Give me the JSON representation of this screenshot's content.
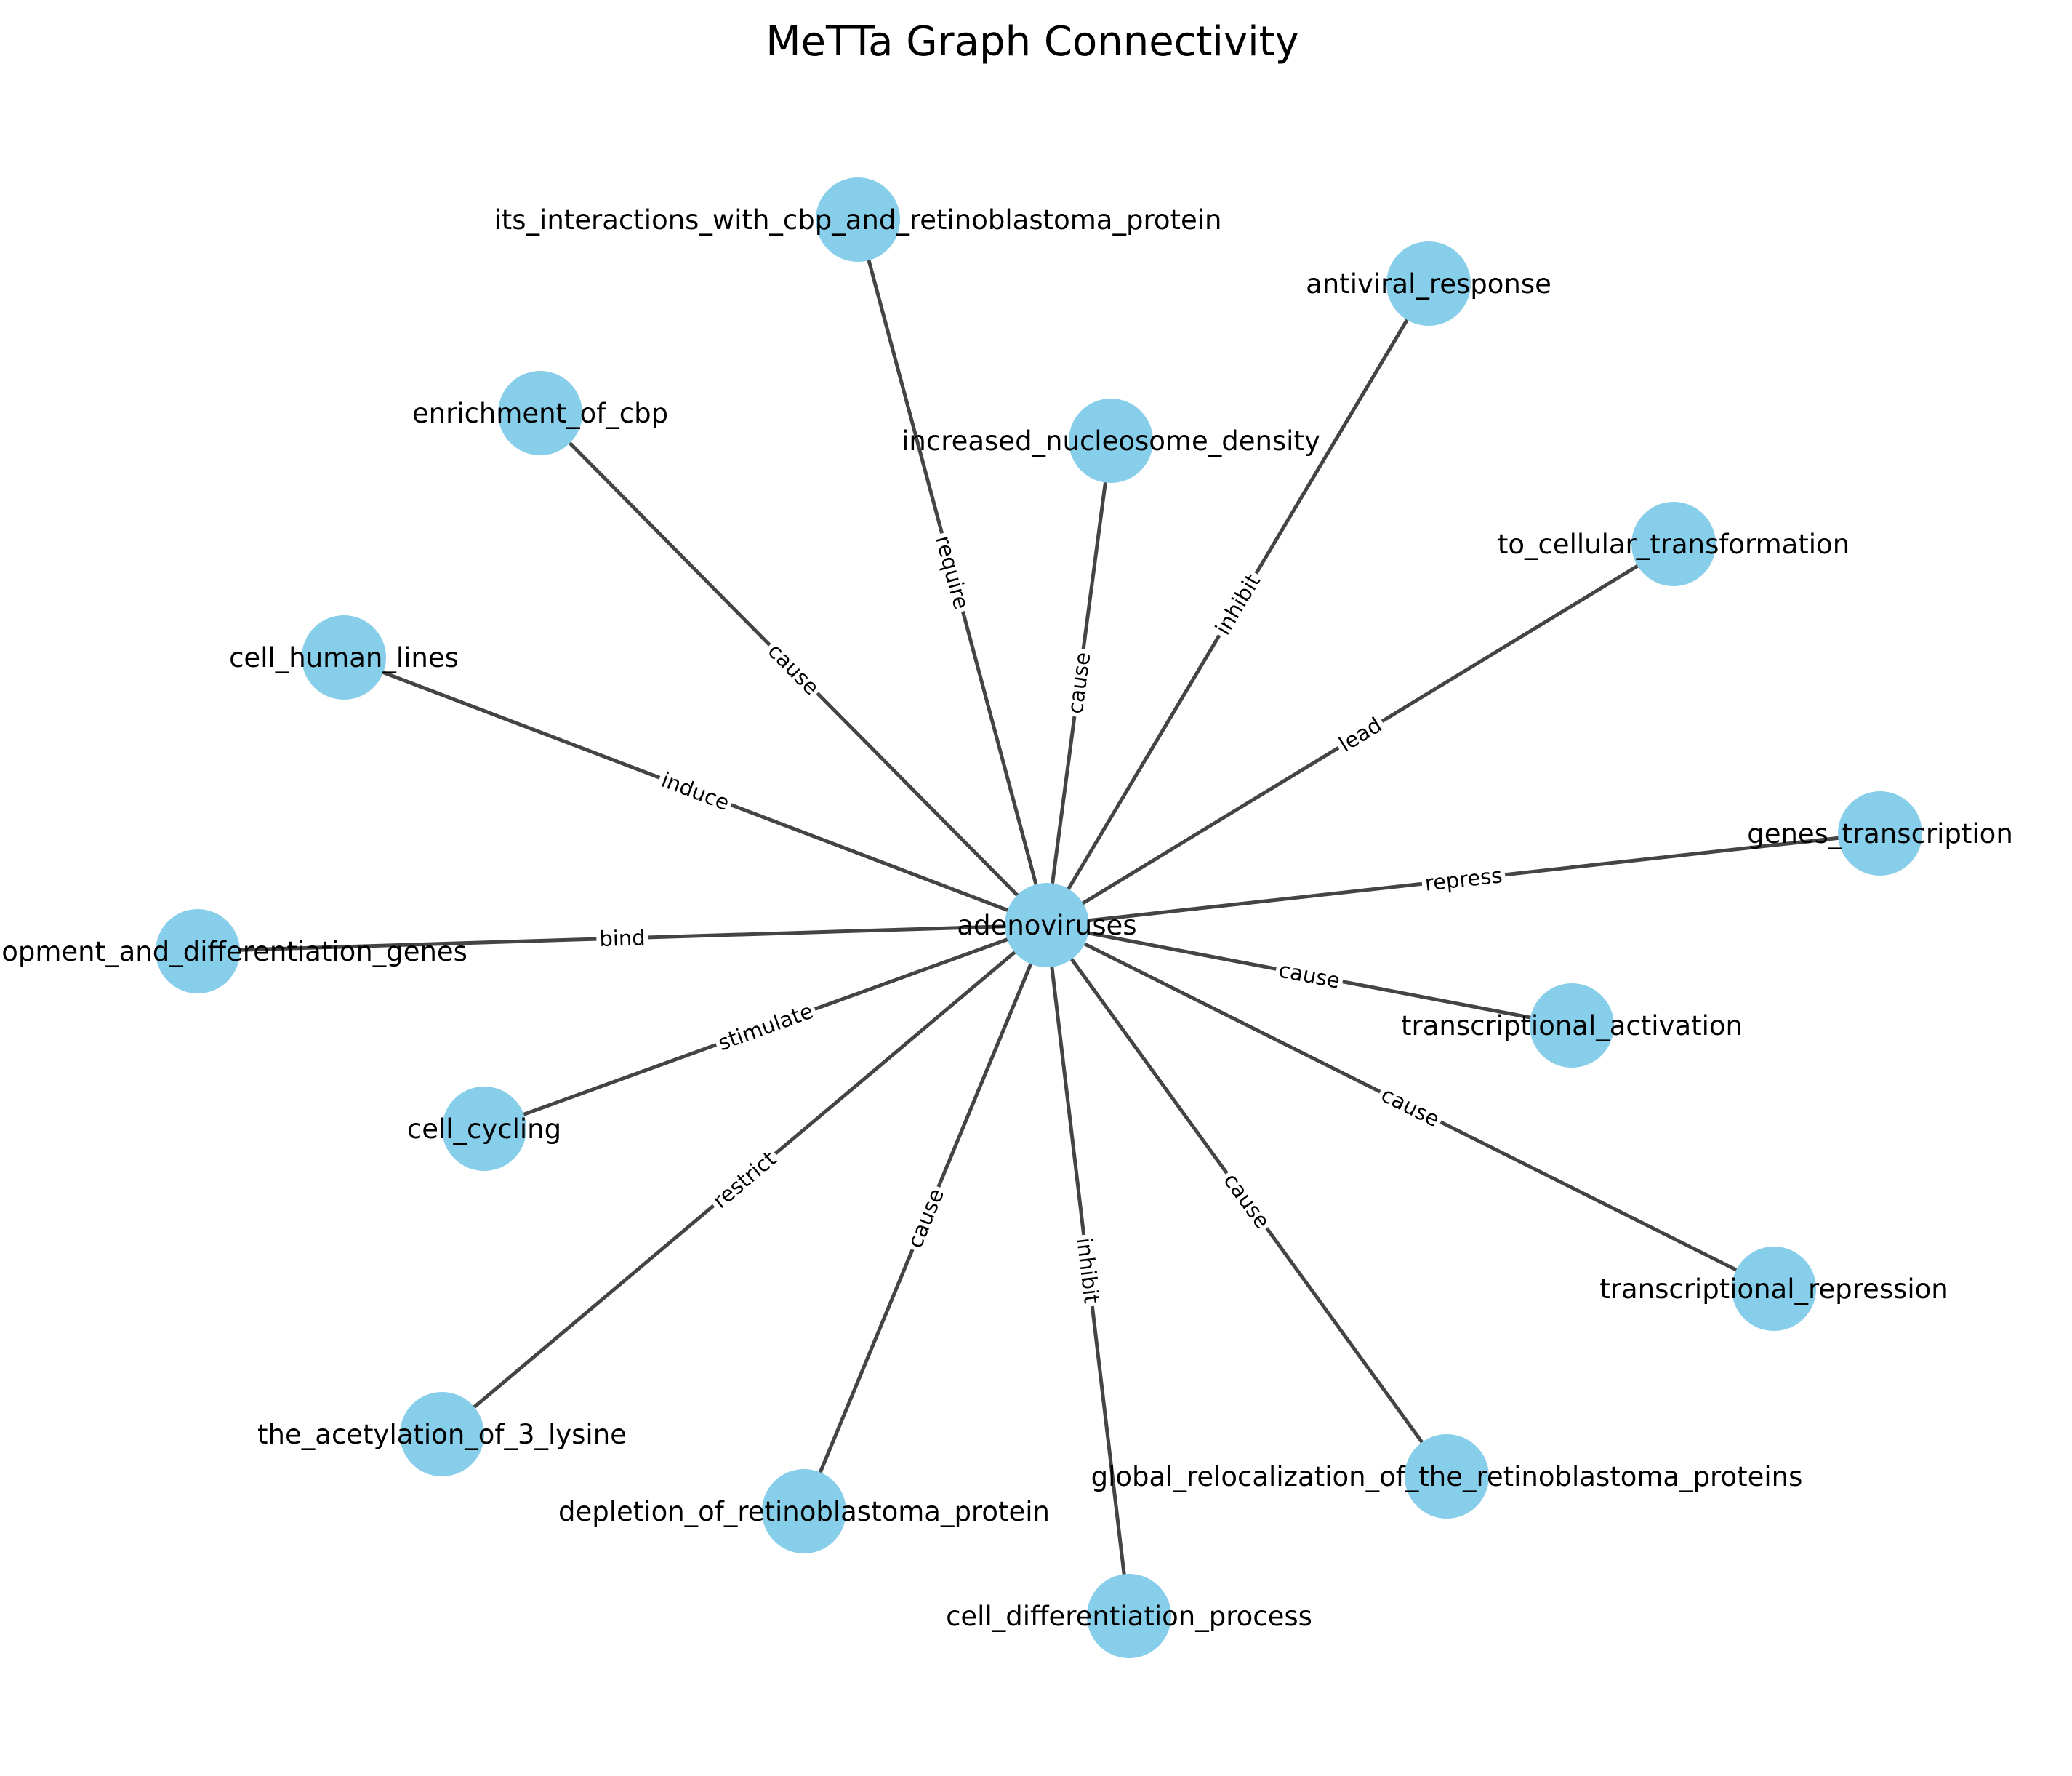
{
  "title": "MeTTa Graph Connectivity",
  "colors": {
    "node_fill": "#87ceeb",
    "edge": "#444444",
    "text": "#000000"
  },
  "center_node": "adenoviruses",
  "edges": [
    {
      "target": "its_interactions_with_cbp_and_retinoblastoma_protein",
      "relation": "require"
    },
    {
      "target": "antiviral_response",
      "relation": "inhibit"
    },
    {
      "target": "enrichment_of_cbp",
      "relation": "cause"
    },
    {
      "target": "increased_nucleosome_density",
      "relation": "cause"
    },
    {
      "target": "to_cellular_transformation",
      "relation": "lead"
    },
    {
      "target": "cell_human_lines",
      "relation": "induce"
    },
    {
      "target": "genes_transcription",
      "relation": "repress"
    },
    {
      "target": "development_and_differentiation_genes",
      "relation": "bind"
    },
    {
      "target": "transcriptional_activation",
      "relation": "cause"
    },
    {
      "target": "cell_cycling",
      "relation": "stimulate"
    },
    {
      "target": "transcriptional_repression",
      "relation": "cause"
    },
    {
      "target": "the_acetylation_of_3_lysine",
      "relation": "restrict"
    },
    {
      "target": "global_relocalization_of_the_retinoblastoma_proteins",
      "relation": "cause"
    },
    {
      "target": "depletion_of_retinoblastoma_protein",
      "relation": "cause"
    },
    {
      "target": "cell_differentiation_process",
      "relation": "inhibit"
    }
  ]
}
